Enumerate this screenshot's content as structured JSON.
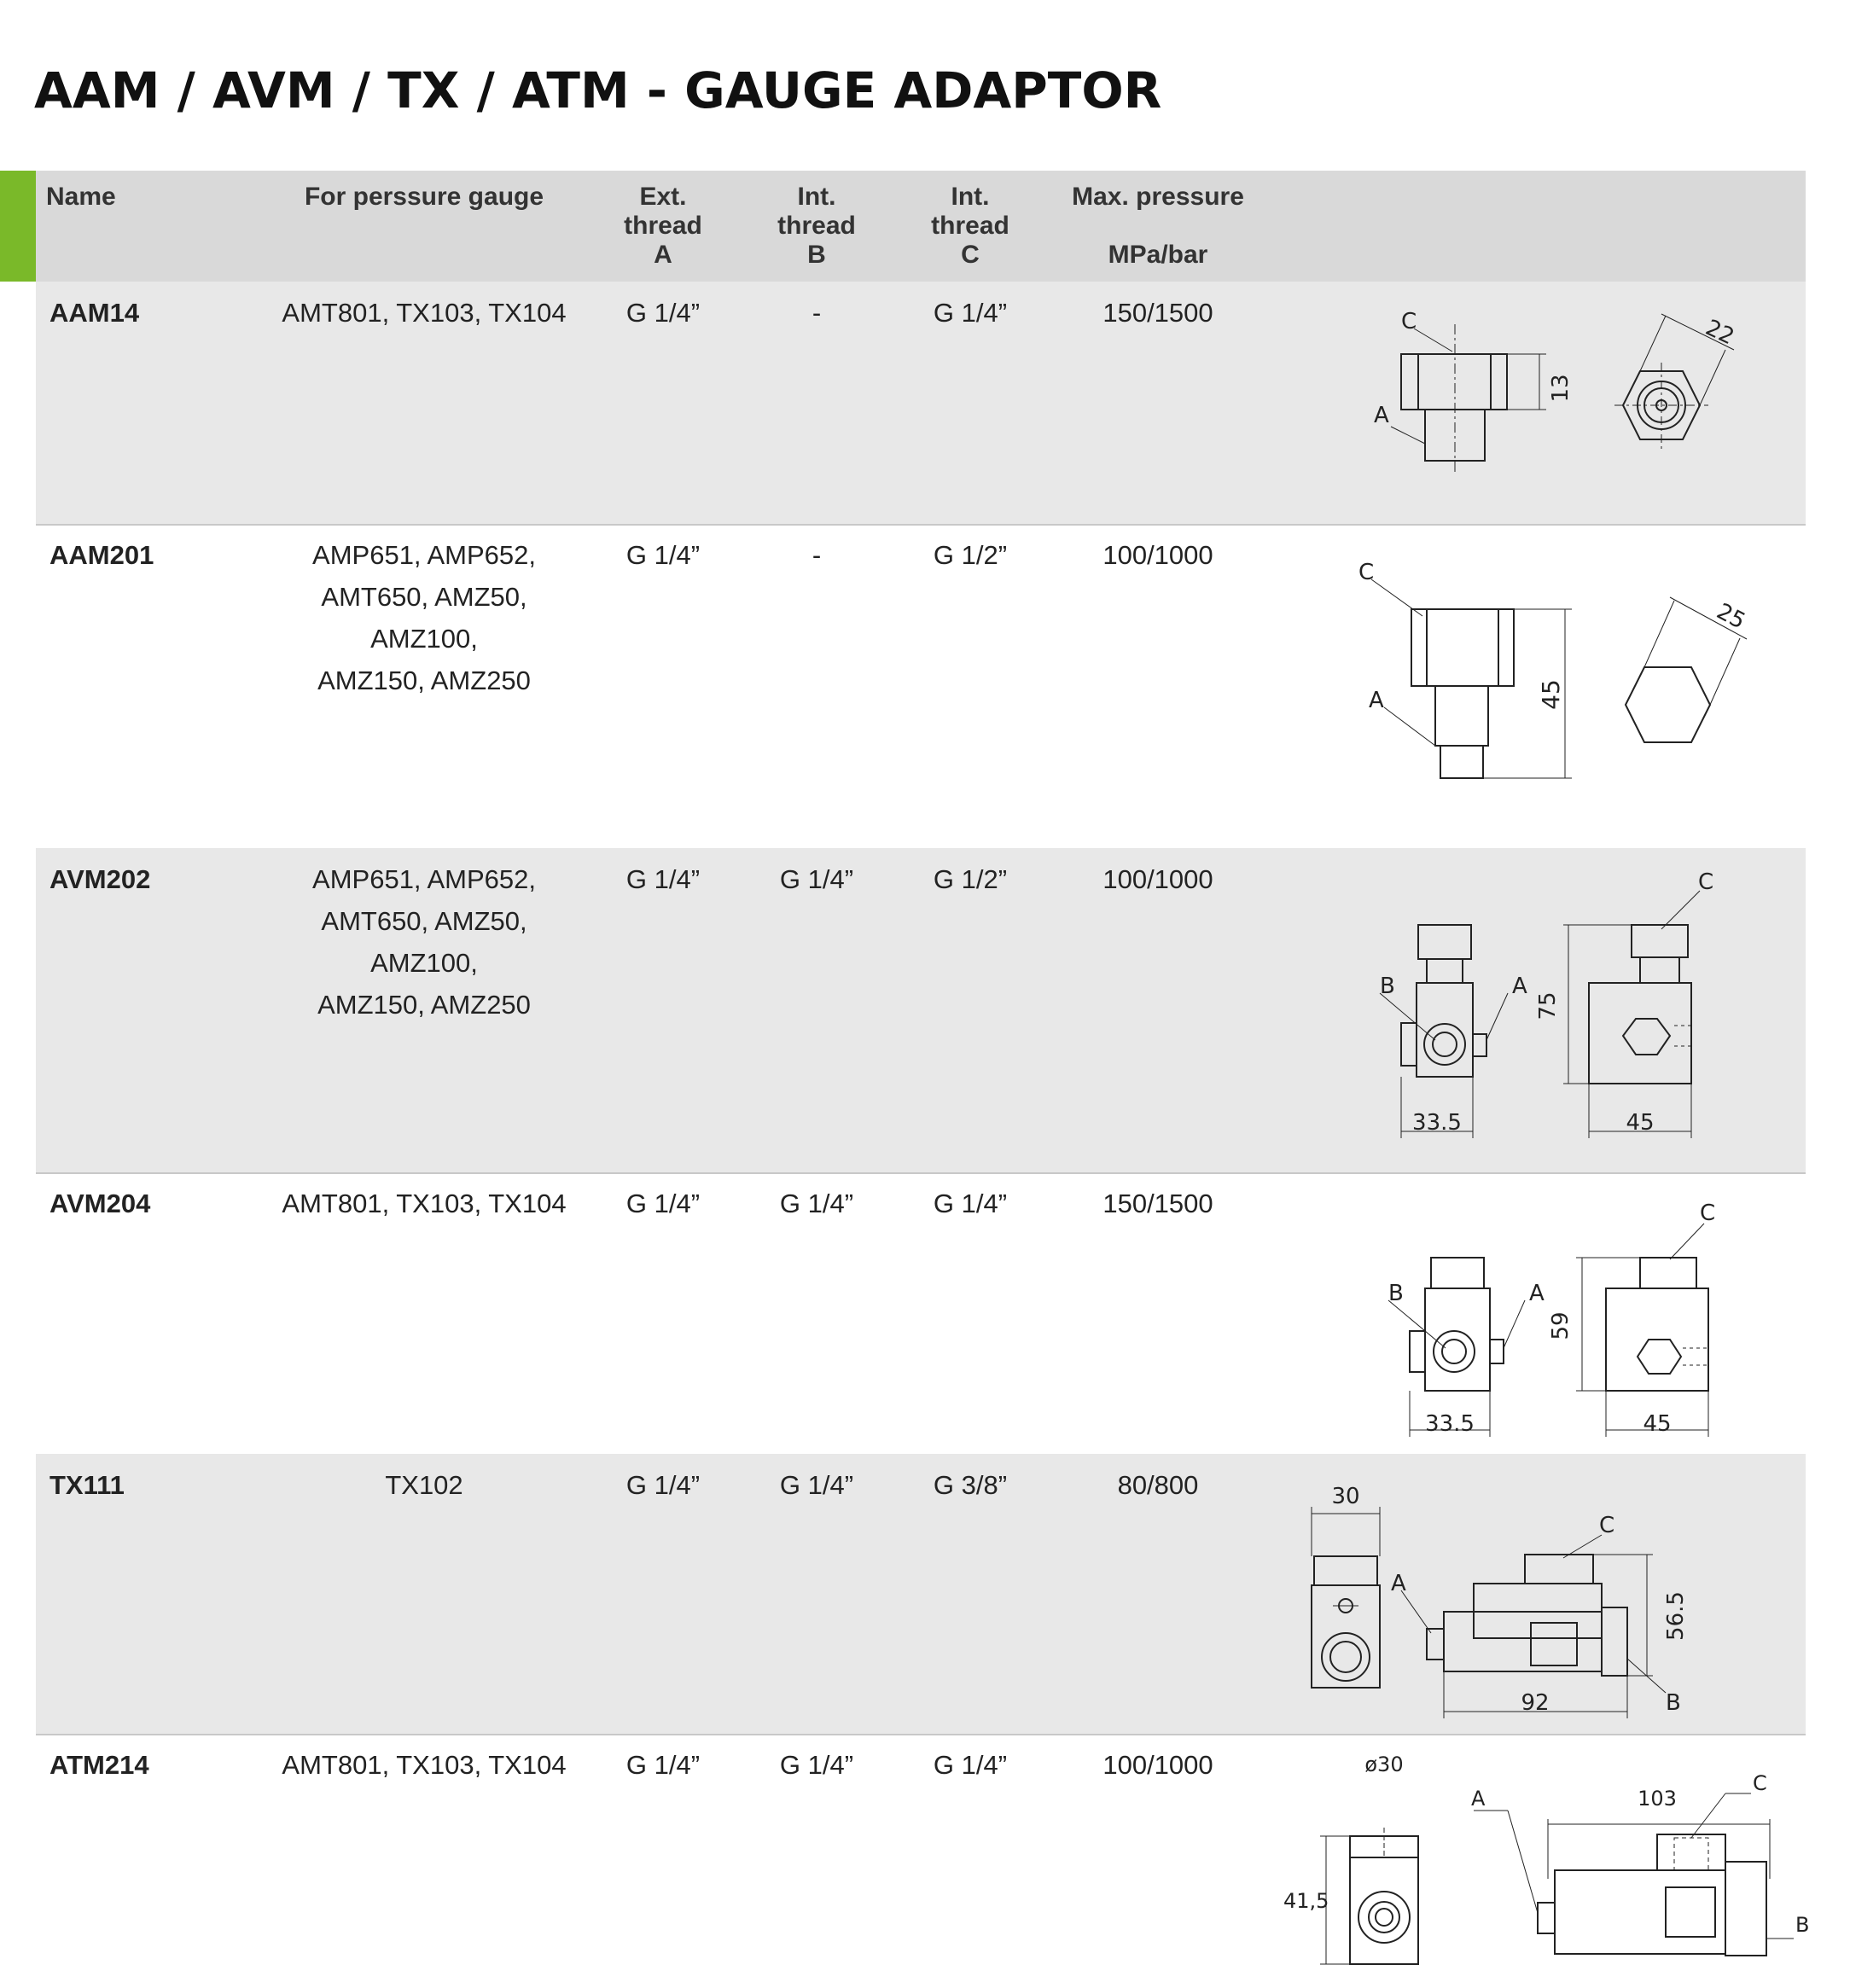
{
  "page": {
    "title": "AAM / AVM / TX / ATM - GAUGE ADAPTOR"
  },
  "table": {
    "headers": {
      "name": "Name",
      "gauge": "For perssure gauge",
      "ext_thread_a": [
        "Ext.",
        "thread",
        "A"
      ],
      "int_thread_b": [
        "Int.",
        "thread",
        "B"
      ],
      "int_thread_c": [
        "Int.",
        "thread",
        "C"
      ],
      "max_pressure": [
        "Max. pressure",
        "MPa/bar"
      ]
    },
    "rows": [
      {
        "name": "AAM14",
        "gauge": [
          "AMT801, TX103, TX104"
        ],
        "a": "G 1/4”",
        "b": "-",
        "c": "G 1/4”",
        "pressure": "150/1500",
        "dims": {
          "label_c": "C",
          "label_a": "A",
          "height": "13",
          "across_flats": "22"
        }
      },
      {
        "name": "AAM201",
        "gauge": [
          "AMP651, AMP652,",
          "AMT650, AMZ50,",
          "AMZ100,",
          "AMZ150, AMZ250"
        ],
        "a": "G 1/4”",
        "b": "-",
        "c": "G 1/2”",
        "pressure": "100/1000",
        "dims": {
          "label_c": "C",
          "label_a": "A",
          "height": "45",
          "across_flats": "25"
        }
      },
      {
        "name": "AVM202",
        "gauge": [
          "AMP651, AMP652,",
          "AMT650, AMZ50,",
          "AMZ100,",
          "AMZ150, AMZ250"
        ],
        "a": "G 1/4”",
        "b": "G 1/4”",
        "c": "G 1/2”",
        "pressure": "100/1000",
        "dims": {
          "label_b": "B",
          "label_a": "A",
          "label_c": "C",
          "width": "33.5",
          "height": "75",
          "depth": "45"
        }
      },
      {
        "name": "AVM204",
        "gauge": [
          "AMT801, TX103, TX104"
        ],
        "a": "G 1/4”",
        "b": "G 1/4”",
        "c": "G 1/4”",
        "pressure": "150/1500",
        "dims": {
          "label_b": "B",
          "label_a": "A",
          "label_c": "C",
          "width": "33.5",
          "height": "59",
          "depth": "45"
        }
      },
      {
        "name": "TX111",
        "gauge": [
          "TX102"
        ],
        "a": "G 1/4”",
        "b": "G 1/4”",
        "c": "G 3/8”",
        "pressure": "80/800",
        "dims": {
          "width": "30",
          "label_a": "A",
          "label_c": "C",
          "label_b": "B",
          "height": "56.5",
          "length": "92"
        }
      },
      {
        "name": "ATM214",
        "gauge": [
          "AMT801, TX103, TX104"
        ],
        "a": "G 1/4”",
        "b": "G 1/4”",
        "c": "G 1/4”",
        "pressure": "100/1000",
        "dims": {
          "diameter": "ø30",
          "height": "41,5",
          "length": "103",
          "label_a": "A",
          "label_c": "C",
          "label_b": "B"
        }
      }
    ]
  },
  "colors": {
    "accent_green": "#7ab929",
    "header_gray": "#d9d9d9",
    "row_shade": "#e8e8e8"
  }
}
